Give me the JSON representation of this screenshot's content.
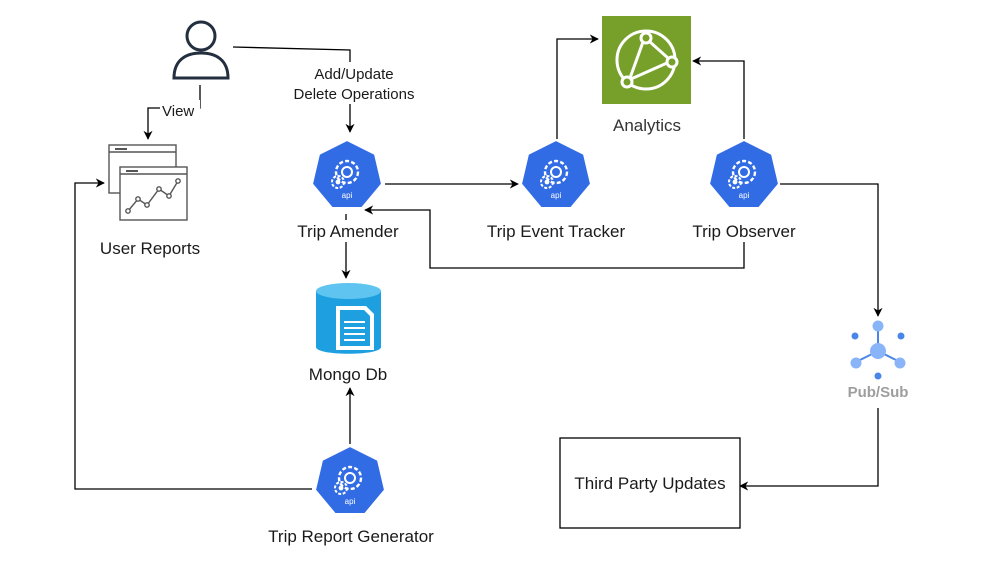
{
  "nodes": {
    "user_reports": "User Reports",
    "trip_amender": "Trip Amender",
    "trip_event_tracker": "Trip Event Tracker",
    "trip_observer": "Trip Observer",
    "analytics": "Analytics",
    "mongo_db": "Mongo Db",
    "pubsub": "Pub/Sub",
    "third_party": "Third Party Updates",
    "trip_report_generator": "Trip Report Generator"
  },
  "edges": {
    "view": "View",
    "add_update": "Add/Update",
    "delete_ops": "Delete Operations"
  },
  "api_badge": "api",
  "colors": {
    "k8s_blue": "#326CE5",
    "analytics_green": "#76A02A",
    "mongo_blue": "#1EA0E0",
    "pubsub_blue": "#8AB4F8",
    "edge": "#000000"
  },
  "icons": [
    "user-icon",
    "report-chart-icon",
    "kubernetes-api-icon",
    "analytics-icon",
    "database-icon",
    "pubsub-icon"
  ]
}
